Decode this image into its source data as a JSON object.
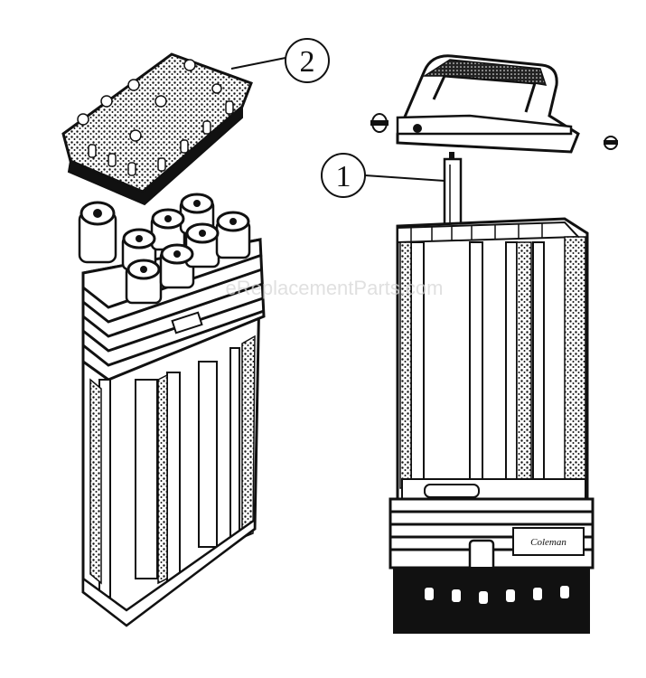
{
  "callouts": [
    {
      "id": "1",
      "label": "1"
    },
    {
      "id": "2",
      "label": "2"
    }
  ],
  "watermark": "eReplacementParts.com",
  "brand_plate": "Coleman"
}
